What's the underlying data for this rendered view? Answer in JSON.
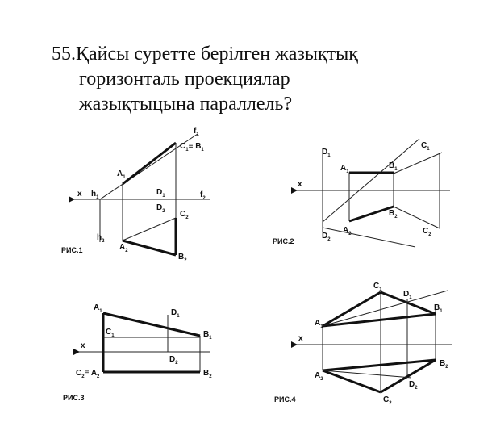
{
  "question": {
    "number": "55.",
    "line1": "Қайсы суретте берілген жазықтық",
    "line2": "горизонталь проекциялар",
    "line3": "жазықтыцына параллель?"
  },
  "figures": [
    {
      "caption": "РИС.1",
      "labels": {
        "x": "x",
        "h1": "h",
        "h1_sub": "1",
        "f1": "f",
        "f1_sub": "1",
        "f2": "f",
        "f2_sub": "2",
        "c1b1": "C",
        "c1b1_sub": "1",
        "c1b1_eq": "≡ B",
        "c1b1_sub2": "1",
        "a1": "A",
        "a1_sub": "1",
        "d1": "D",
        "d1_sub": "1",
        "d2": "D",
        "d2_sub": "2",
        "c2": "C",
        "c2_sub": "2",
        "h2": "h",
        "h2_sub": "2",
        "a2": "A",
        "a2_sub": "2",
        "b2": "B",
        "b2_sub": "2"
      }
    },
    {
      "caption": "РИС.2",
      "labels": {
        "x": "x",
        "d1": "D",
        "d1_sub": "1",
        "a1": "A",
        "a1_sub": "1",
        "b1": "B",
        "b1_sub": "1",
        "c1": "C",
        "c1_sub": "1",
        "a2": "A",
        "a2_sub": "2",
        "b2": "B",
        "b2_sub": "2",
        "c2": "C",
        "c2_sub": "2",
        "d2": "D",
        "d2_sub": "2"
      }
    },
    {
      "caption": "РИС.3",
      "labels": {
        "x": "x",
        "a1": "A",
        "a1_sub": "1",
        "c1": "C",
        "c1_sub": "1",
        "d1": "D",
        "d1_sub": "1",
        "b1": "B",
        "b1_sub": "1",
        "d2": "D",
        "d2_sub": "2",
        "c2a2": "C",
        "c2a2_sub": "2",
        "c2a2_eq": "≡ A",
        "c2a2_sub2": "2",
        "b2": "B",
        "b2_sub": "2"
      }
    },
    {
      "caption": "РИС.4",
      "labels": {
        "x": "x",
        "c1": "C",
        "c1_sub": "1",
        "d1": "D",
        "d1_sub": "1",
        "a1": "A",
        "a1_sub": "1",
        "b1": "B",
        "b1_sub": "1",
        "b2": "B",
        "b2_sub": "2",
        "a2": "A",
        "a2_sub": "2",
        "d2": "D",
        "d2_sub": "2",
        "c2": "C",
        "c2_sub": "2"
      }
    }
  ]
}
